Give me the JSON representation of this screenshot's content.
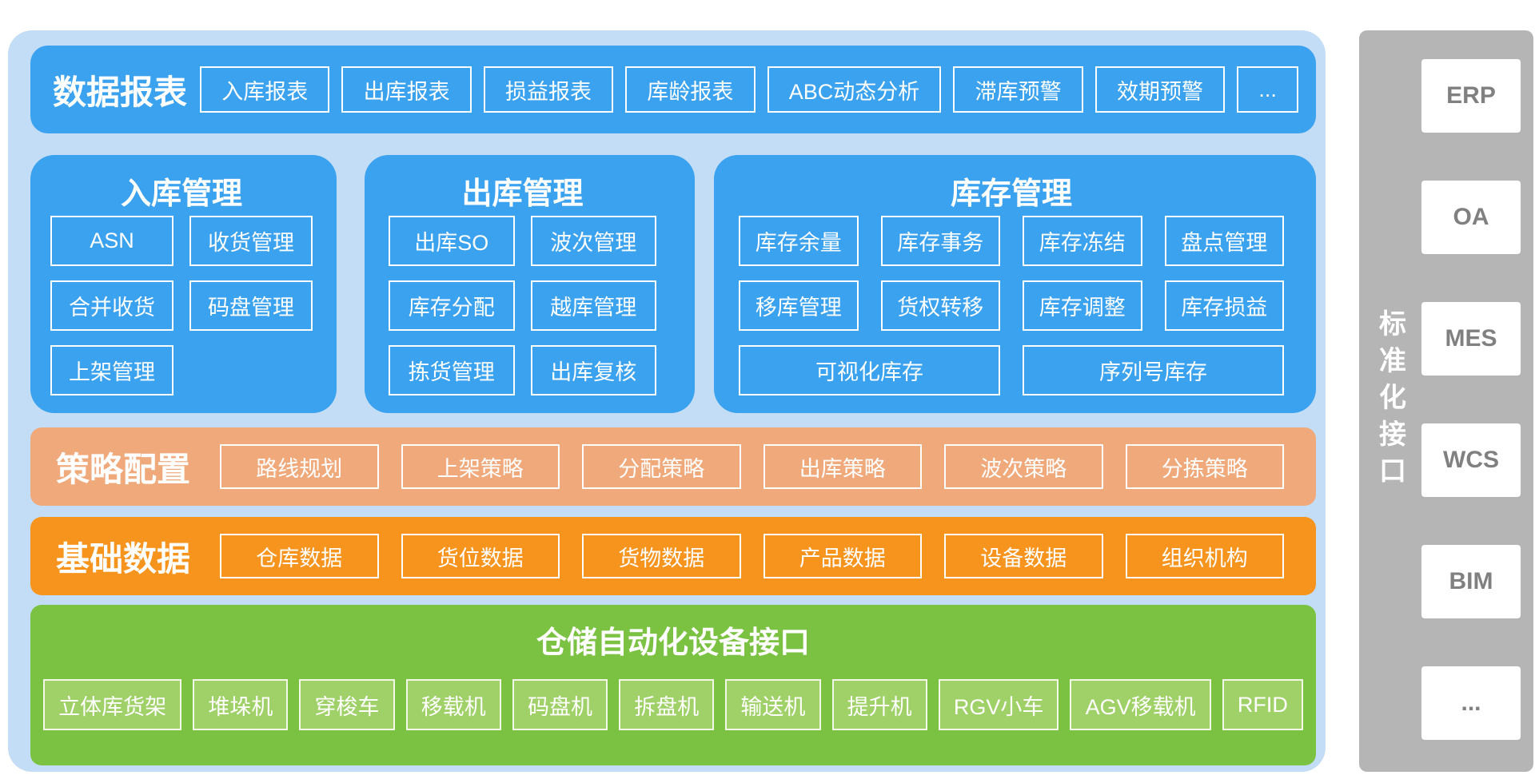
{
  "reports": {
    "label": "数据报表",
    "items": [
      "入库报表",
      "出库报表",
      "损益报表",
      "库龄报表",
      "ABC动态分析",
      "滞库预警",
      "效期预警",
      "..."
    ]
  },
  "panels": [
    {
      "title": "入库管理",
      "items": [
        "ASN",
        "收货管理",
        "合并收货",
        "码盘管理",
        "上架管理"
      ]
    },
    {
      "title": "出库管理",
      "items": [
        "出库SO",
        "波次管理",
        "库存分配",
        "越库管理",
        "拣货管理",
        "出库复核"
      ]
    },
    {
      "title": "库存管理",
      "items": [
        "库存余量",
        "库存事务",
        "库存冻结",
        "盘点管理",
        "移库管理",
        "货权转移",
        "库存调整",
        "库存损益"
      ],
      "wide_items": [
        "可视化库存",
        "序列号库存"
      ]
    }
  ],
  "strategy": {
    "label": "策略配置",
    "items": [
      "路线规划",
      "上架策略",
      "分配策略",
      "出库策略",
      "波次策略",
      "分拣策略"
    ]
  },
  "base_data": {
    "label": "基础数据",
    "items": [
      "仓库数据",
      "货位数据",
      "货物数据",
      "产品数据",
      "设备数据",
      "组织机构"
    ]
  },
  "devices": {
    "title": "仓储自动化设备接口",
    "items": [
      "立体库货架",
      "堆垛机",
      "穿梭车",
      "移载机",
      "码盘机",
      "拆盘机",
      "输送机",
      "提升机",
      "RGV小车",
      "AGV移载机",
      "RFID"
    ]
  },
  "sidebar": {
    "title": "标准化接口",
    "items": [
      "ERP",
      "OA",
      "MES",
      "WCS",
      "BIM",
      "..."
    ]
  },
  "colors": {
    "container_bg": "#c4ddf6",
    "blue": "#3ba2ef",
    "salmon": "#f0a97b",
    "orange": "#f7941e",
    "green_band": "#7cc242",
    "device_box": "#a0d169",
    "sidebar_gray": "#b5b5b5",
    "sidebar_box_text": "#808080",
    "box_border": "#ffffff"
  }
}
